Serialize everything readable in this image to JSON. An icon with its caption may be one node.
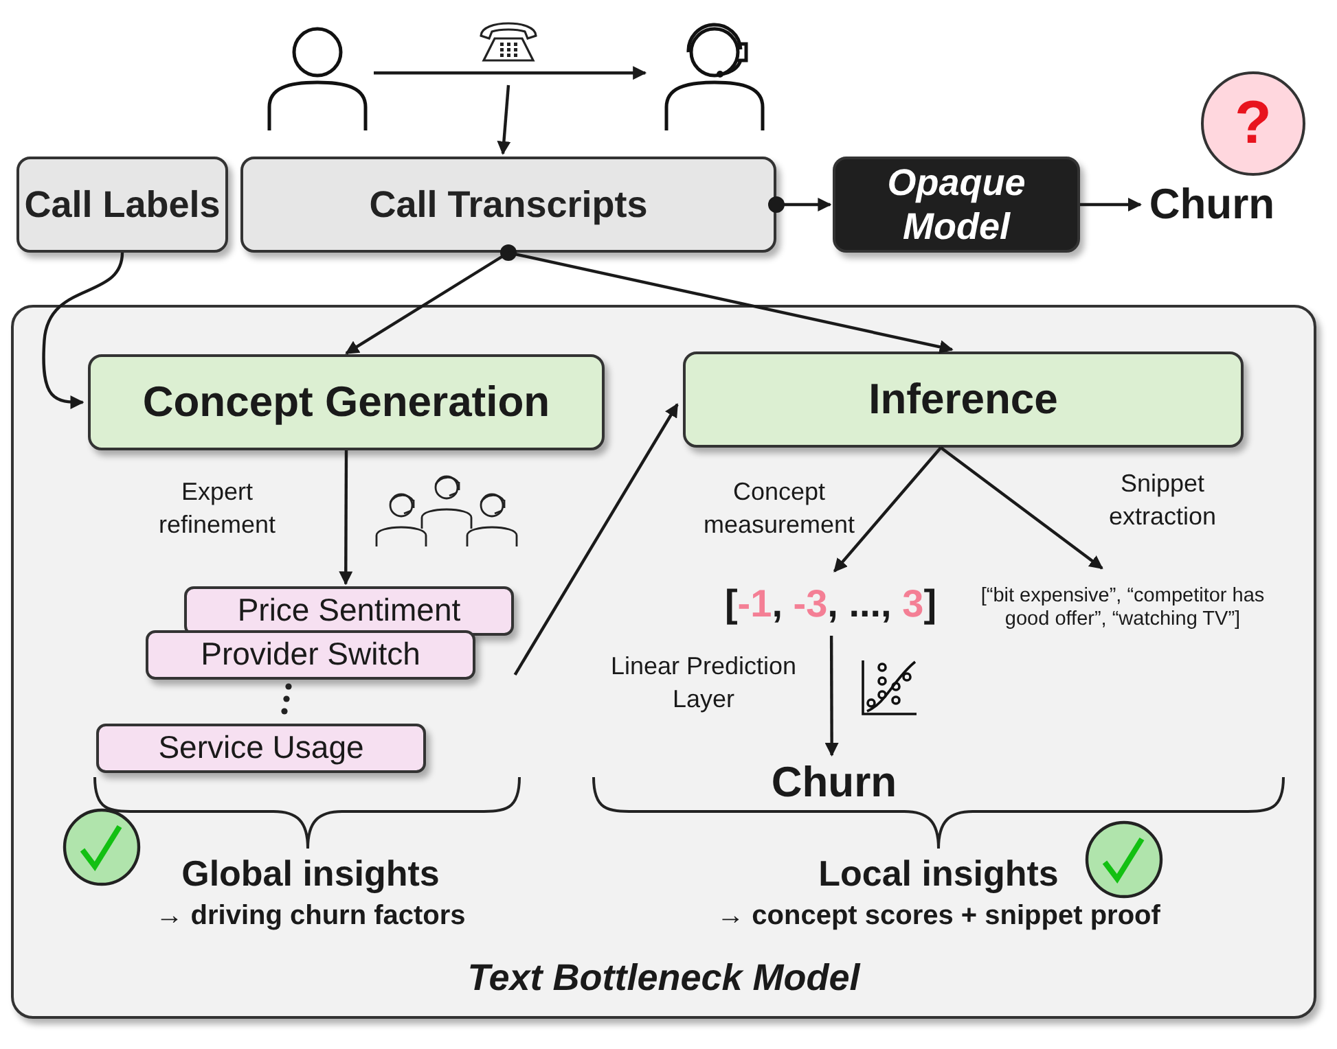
{
  "diagram": {
    "nodes": [
      {
        "text": [],
        "shape": "person"
      },
      {
        "text": [],
        "shape": "person"
      },
      {
        "text": [
          "Call Labels"
        ]
      },
      {
        "text": [
          "Call Transcripts"
        ]
      },
      {
        "text": [
          "Opaque Model"
        ]
      },
      {
        "text": [
          "Churn"
        ]
      },
      {
        "text": [
          "?"
        ]
      },
      {
        "text": [
          "Text Bottleneck Model"
        ]
      },
      {
        "text": [
          "Concept Generation"
        ],
        "in": 7
      },
      {
        "text": [
          "Inference"
        ],
        "in": 7
      },
      {
        "text": [
          "Price Sentiment"
        ],
        "in": 7
      },
      {
        "text": [
          "Provider Switch"
        ],
        "in": 7
      },
      {
        "text": [
          "Service Usage"
        ],
        "in": 7
      },
      {
        "text": [
          "[-1, -3, ..., 3]"
        ],
        "in": 7
      },
      {
        "text": [
          "[“bit expensive”, “competitor has good offer”, “watching TV”]"
        ],
        "in": 7
      },
      {
        "text": [
          "Churn"
        ],
        "in": 7
      }
    ],
    "edges": [
      {
        "from": 0,
        "to": 1,
        "arrow": "to"
      },
      {
        "from": null,
        "to": 3,
        "arrow": "to"
      },
      {
        "from": 3,
        "to": 4,
        "arrow": "to"
      },
      {
        "from": 4,
        "to": 5,
        "arrow": "to"
      },
      {
        "from": 2,
        "to": 8,
        "arrow": "to"
      },
      {
        "from": 3,
        "to": 8,
        "arrow": "to"
      },
      {
        "from": 3,
        "to": 9,
        "arrow": "to"
      },
      {
        "from": 8,
        "to": 10,
        "arrow": "to",
        "label": "Expert refinement"
      },
      {
        "from": 11,
        "to": 9,
        "arrow": "to"
      },
      {
        "from": 9,
        "to": 13,
        "arrow": "to",
        "label": "Concept measurement"
      },
      {
        "from": 9,
        "to": 14,
        "arrow": "to",
        "label": "Snippet extraction"
      },
      {
        "from": 13,
        "to": 15,
        "arrow": "to",
        "label": "Linear Prediction Layer"
      }
    ],
    "labels": [
      "Global insights",
      "→ driving churn factors",
      "Local insights",
      "→ concept scores + snippet proof"
    ]
  }
}
